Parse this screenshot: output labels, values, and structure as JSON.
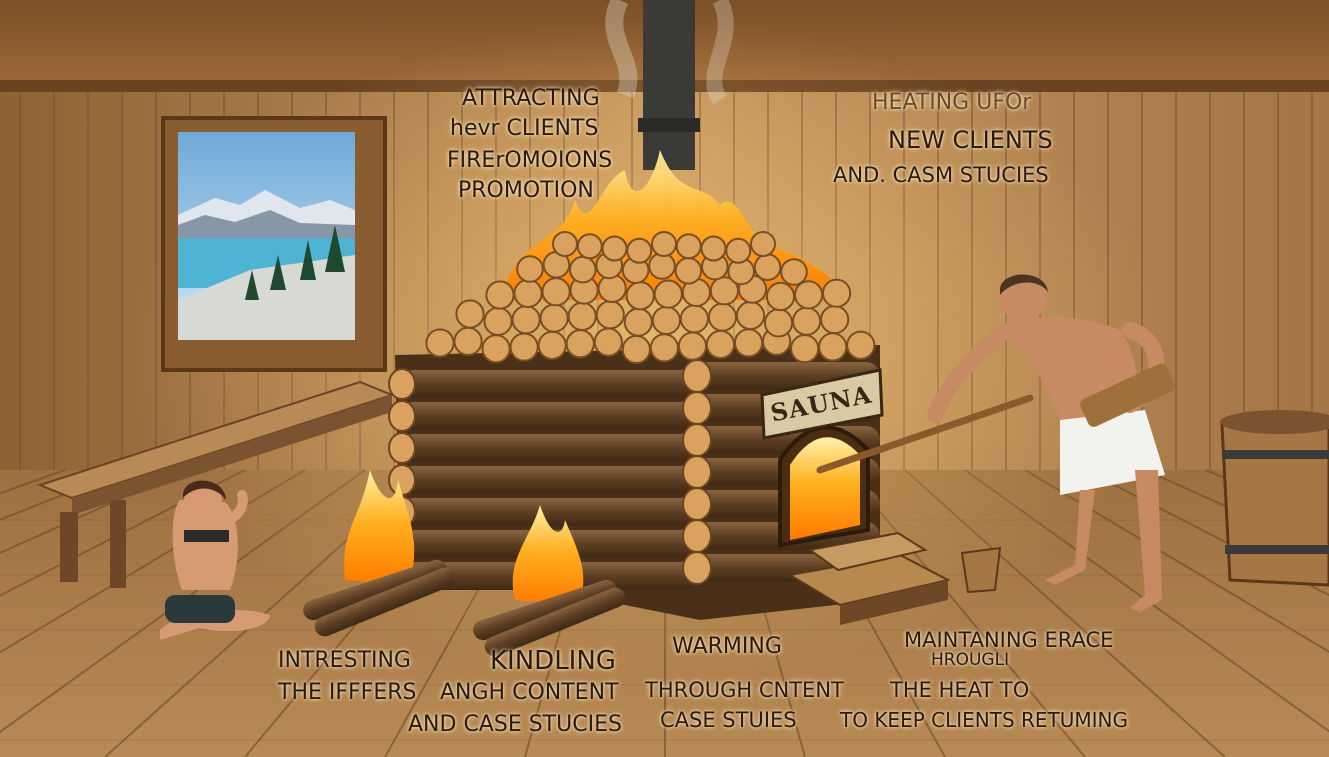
{
  "labels": {
    "top_center": [
      "ATTRACTING",
      "hevr CLIENTS",
      "FIRErOMOIONS",
      "PROMOTION"
    ],
    "top_right": [
      "HEATING UFOr",
      "NEW CLIENTS",
      "AND. CASM STUCIES"
    ],
    "sign": "SAUNA",
    "bottom_left": [
      "INTRESTING",
      "THE IFFFERS"
    ],
    "bottom_kindling": [
      "KINDLING",
      "ANGH CONTENT",
      "AND CASE STUCIES"
    ],
    "bottom_warming": [
      "WARMING",
      "THROUGH CNTENT",
      "CASE STUIES"
    ],
    "bottom_right": [
      "MAINTANING ERACE",
      "HROUGLI",
      "THE HEAT TO",
      "TO KEEP CLIENTS RETUMING"
    ]
  },
  "colors": {
    "wall": "#b98a55",
    "floor": "#a67a48",
    "fire": "#ffb020",
    "log": "#6b4a2b",
    "log_end": "#d9a35f",
    "water": "#5fb8d6"
  }
}
